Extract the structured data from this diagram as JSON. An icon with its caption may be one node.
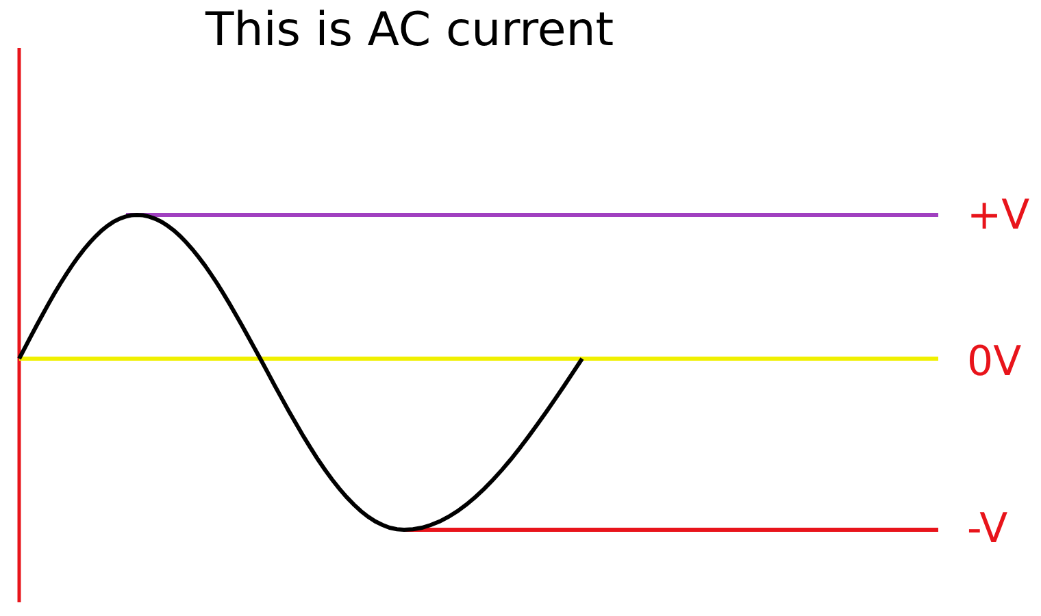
{
  "diagram": {
    "title": "This is AC current",
    "labels": [
      "+V",
      "0V",
      "-V"
    ]
  }
}
